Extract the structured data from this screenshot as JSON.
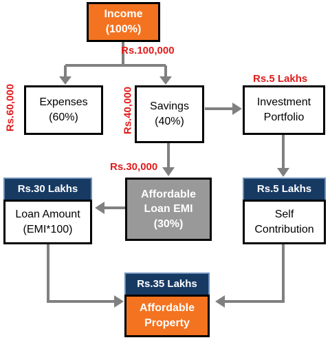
{
  "income": {
    "line1": "Income",
    "line2": "(100%)"
  },
  "income_amount": "Rs.100,000",
  "expenses": {
    "line1": "Expenses",
    "line2": "(60%)",
    "amount": "Rs.60,000"
  },
  "savings": {
    "line1": "Savings",
    "line2": "(40%)",
    "amount": "Rs.40,000"
  },
  "investment": {
    "line1": "Investment",
    "line2": "Portfolio",
    "amount": "Rs.5 Lakhs"
  },
  "emi": {
    "line1": "Affordable",
    "line2": "Loan EMI",
    "line3": "(30%)",
    "amount": "Rs.30,000"
  },
  "loan": {
    "header": "Rs.30 Lakhs",
    "line1": "Loan Amount",
    "line2": "(EMI*100)"
  },
  "self": {
    "header": "Rs.5 Lakhs",
    "line1": "Self",
    "line2": "Contribution"
  },
  "property": {
    "header": "Rs.35 Lakhs",
    "line1": "Affordable",
    "line2": "Property"
  },
  "colors": {
    "orange": "#f37320",
    "navy": "#173a63",
    "grey": "#999999",
    "red": "#e11b1b",
    "arrow": "#808080"
  }
}
